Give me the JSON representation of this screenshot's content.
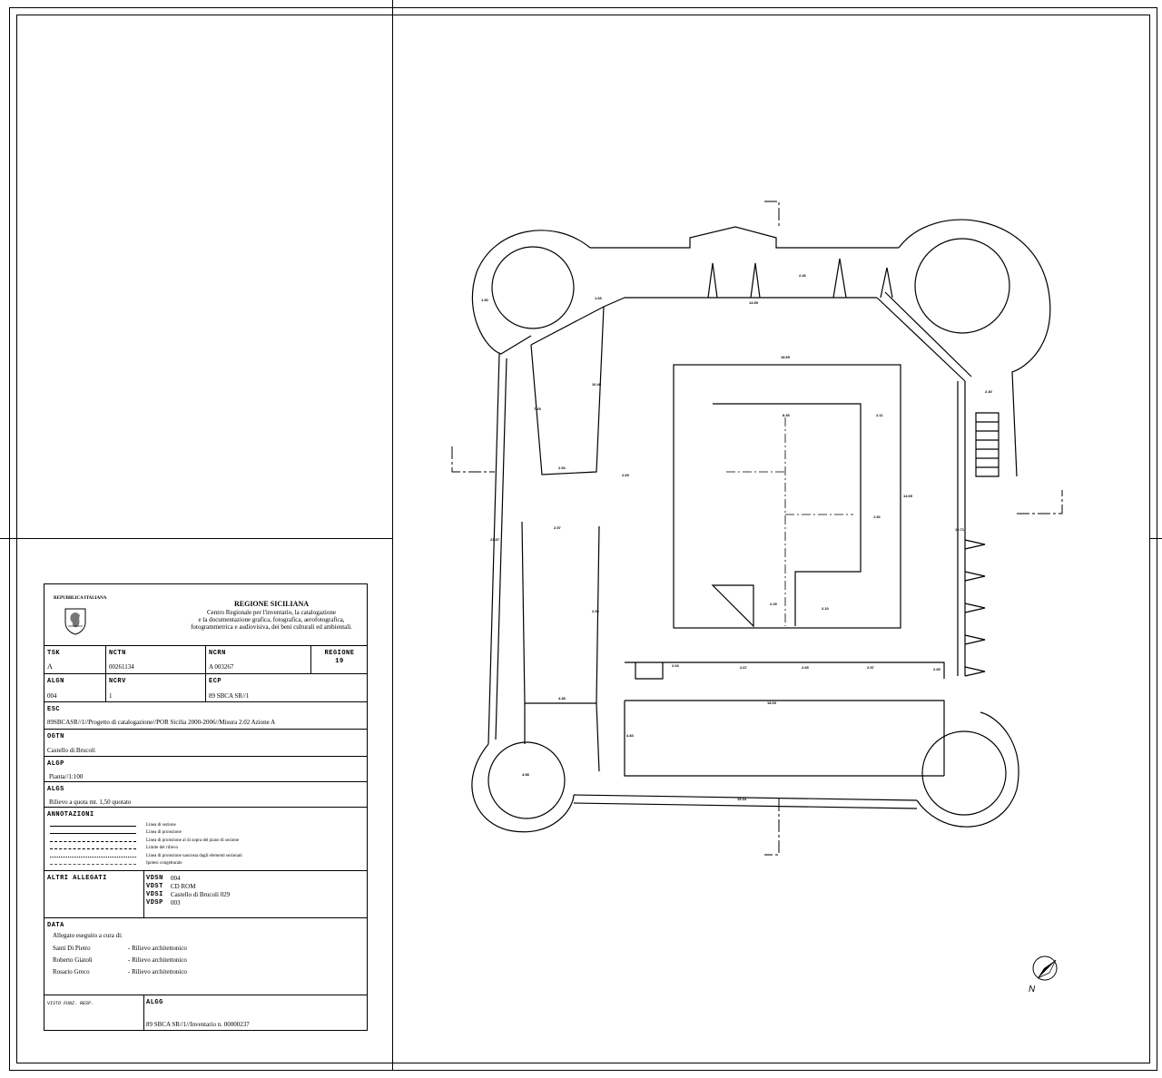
{
  "card": {
    "header": {
      "republic": "REPUBBLICA ITALIANA",
      "region_title": "REGIONE SICILIANA",
      "centre_lines": [
        "Centro Regionale per l'inventario, la catalogazione",
        "e la documentazione grafica, fotografica, aerofotografica,",
        "fotogrammetrica e audiovisiva, dei beni culturali ed ambientali."
      ]
    },
    "tsk": {
      "label": "TSK",
      "value": "A"
    },
    "nctn": {
      "label": "NCTN",
      "value": "00261134"
    },
    "ncrn": {
      "label": "NCRN",
      "value": "A 003267"
    },
    "regione": {
      "label": "REGIONE",
      "value": "19"
    },
    "algn": {
      "label": "ALGN",
      "value": "004"
    },
    "ncrv": {
      "label": "NCRV",
      "value": "1"
    },
    "ecp": {
      "label": "ECP",
      "value": "89 SBCA SR//1"
    },
    "esc": {
      "label": "ESC",
      "value": "89SBCASR//1//Progetto di catalogazione//POR Sicilia 2000-2006//Misura 2.02 Azione A"
    },
    "ogtn": {
      "label": "OGTN",
      "value": "Castello di Brucoli"
    },
    "algp": {
      "label": "ALGP",
      "value": "Pianta//1:100"
    },
    "algs": {
      "label": "ALGS",
      "value": "Rilievo a quota mt. 1,50 quotato"
    },
    "annotazioni": {
      "label": "ANNOTAZIONI",
      "items": [
        "Linea di sezione",
        "Linea di proiezione",
        "Linea di proiezione al di sopra del piano di sezione",
        "Limite del rilievo",
        "Linea di proiezione nascosta dagli elementi sezionati",
        "Ipotesi congetturale"
      ]
    },
    "altri_allegati": {
      "label": "ALTRI ALLEGATI",
      "items": [
        {
          "code": "VDSN",
          "value": "004"
        },
        {
          "code": "VDST",
          "value": "CD ROM"
        },
        {
          "code": "VDSI",
          "value": "Castello di Brucoli 029"
        },
        {
          "code": "VDSP",
          "value": "003"
        }
      ]
    },
    "data": {
      "label": "DATA",
      "intro": "Allegato eseguito a cura di:",
      "authors": [
        {
          "name": "Santi Di Pietro",
          "role": "- Rilievo architettonico"
        },
        {
          "name": "Roberto Giatoli",
          "role": "- Rilievo architettonico"
        },
        {
          "name": "Rosario Greco",
          "role": "- Rilievo architettonico"
        }
      ]
    },
    "visto": {
      "label": "VISTO FUNZ. RESP."
    },
    "algg": {
      "label": "ALGG",
      "value": "89 SBCA SR//1//Inventario n. 00000237"
    }
  },
  "plan": {
    "dimensions": [
      "14.59",
      "2.46",
      "18.69",
      "8.35",
      "2.11",
      "14.69",
      "21.57",
      "10.71",
      "2.40",
      "2.54",
      "2.69",
      "2.57",
      "2.53",
      "4.38",
      "2.03",
      "2.67",
      "2.65",
      "2.57",
      "2.65",
      "18.69",
      "15.34",
      "4.83",
      "2.25",
      "2.10",
      "1.92",
      "10.40",
      "7.25",
      "1.90",
      "4.58",
      "1.65"
    ],
    "north_label": "N"
  }
}
